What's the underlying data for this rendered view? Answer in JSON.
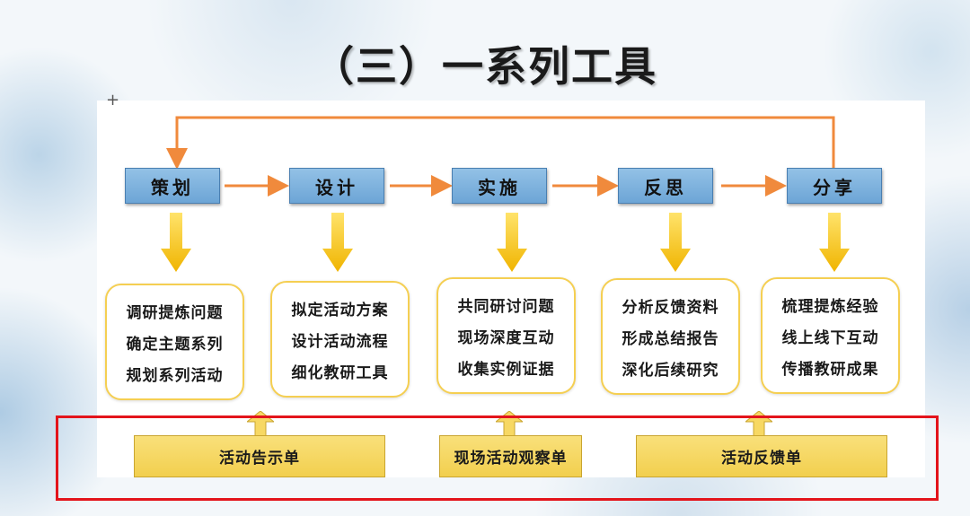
{
  "title": "（三）一系列工具",
  "stages": [
    {
      "label": "策划",
      "items": [
        "调研提炼问题",
        "确定主题系列",
        "规划系列活动"
      ]
    },
    {
      "label": "设计",
      "items": [
        "拟定活动方案",
        "设计活动流程",
        "细化教研工具"
      ]
    },
    {
      "label": "实施",
      "items": [
        "共同研讨问题",
        "现场深度互动",
        "收集实例证据"
      ]
    },
    {
      "label": "反思",
      "items": [
        "分析反馈资料",
        "形成总结报告",
        "深化后续研究"
      ]
    },
    {
      "label": "分享",
      "items": [
        "梳理提炼经验",
        "线上线下互动",
        "传播教研成果"
      ]
    }
  ],
  "tools": [
    "活动告示单",
    "现场活动观察单",
    "活动反馈单"
  ],
  "colors": {
    "stage_fill": "#7fb3df",
    "flow_arrow": "#f08a3c",
    "down_arrow": "#f5c518",
    "box_border": "#f5cf52",
    "tool_fill": "#f5d35a",
    "highlight_frame": "#e3141b"
  }
}
